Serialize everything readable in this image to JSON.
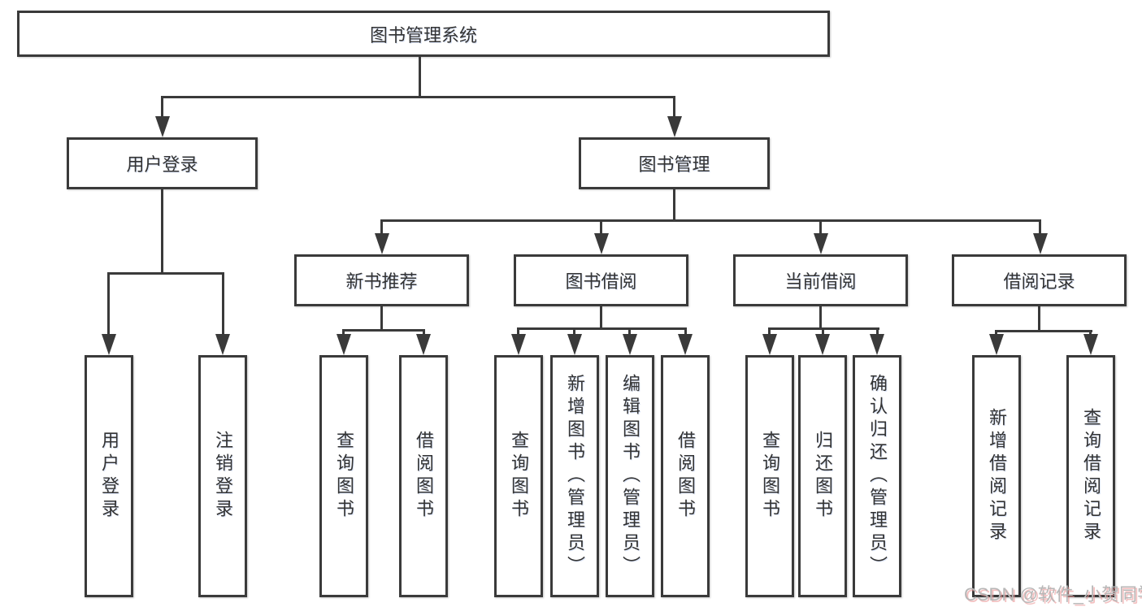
{
  "diagram_title": "图书管理系统",
  "nodes": {
    "root": {
      "label": "图书管理系统"
    },
    "user_login": {
      "label": "用户登录"
    },
    "book_mgmt": {
      "label": "图书管理"
    },
    "new_book_rec": {
      "label": "新书推荐"
    },
    "book_borrow": {
      "label": "图书借阅"
    },
    "current_borrow": {
      "label": "当前借阅"
    },
    "borrow_records": {
      "label": "借阅记录"
    },
    "leaf_user_login": {
      "label": "用户登录"
    },
    "leaf_logout": {
      "label": "注销登录"
    },
    "leaf_query_book_1": {
      "label": "查询图书"
    },
    "leaf_borrow_book_1": {
      "label": "借阅图书"
    },
    "leaf_query_book_2": {
      "label": "查询图书"
    },
    "leaf_add_book": {
      "label": "新增图书（管理员）"
    },
    "leaf_edit_book": {
      "label": "编辑图书（管理员）"
    },
    "leaf_borrow_book_2": {
      "label": "借阅图书"
    },
    "leaf_query_book_3": {
      "label": "查询图书"
    },
    "leaf_return_book": {
      "label": "归还图书"
    },
    "leaf_confirm_return": {
      "label": "确认归还（管理员）"
    },
    "leaf_add_record": {
      "label": "新增借阅记录"
    },
    "leaf_query_record": {
      "label": "查询借阅记录"
    }
  },
  "hierarchy": {
    "root": "图书管理系统",
    "children": [
      {
        "label": "用户登录",
        "children": [
          "用户登录",
          "注销登录"
        ]
      },
      {
        "label": "图书管理",
        "children": [
          {
            "label": "新书推荐",
            "children": [
              "查询图书",
              "借阅图书"
            ]
          },
          {
            "label": "图书借阅",
            "children": [
              "查询图书",
              "新增图书（管理员）",
              "编辑图书（管理员）",
              "借阅图书"
            ]
          },
          {
            "label": "当前借阅",
            "children": [
              "查询图书",
              "归还图书",
              "确认归还（管理员）"
            ]
          },
          {
            "label": "借阅记录",
            "children": [
              "新增借阅记录",
              "查询借阅记录"
            ]
          }
        ]
      }
    ]
  },
  "watermark": {
    "text": "CSDN @软件_小贺同学"
  },
  "colors": {
    "line": "#3a3a3a",
    "text": "#333333",
    "background": "#ffffff",
    "watermark_text": "#b7b7b7",
    "watermark_shadow": "#eb9696"
  }
}
